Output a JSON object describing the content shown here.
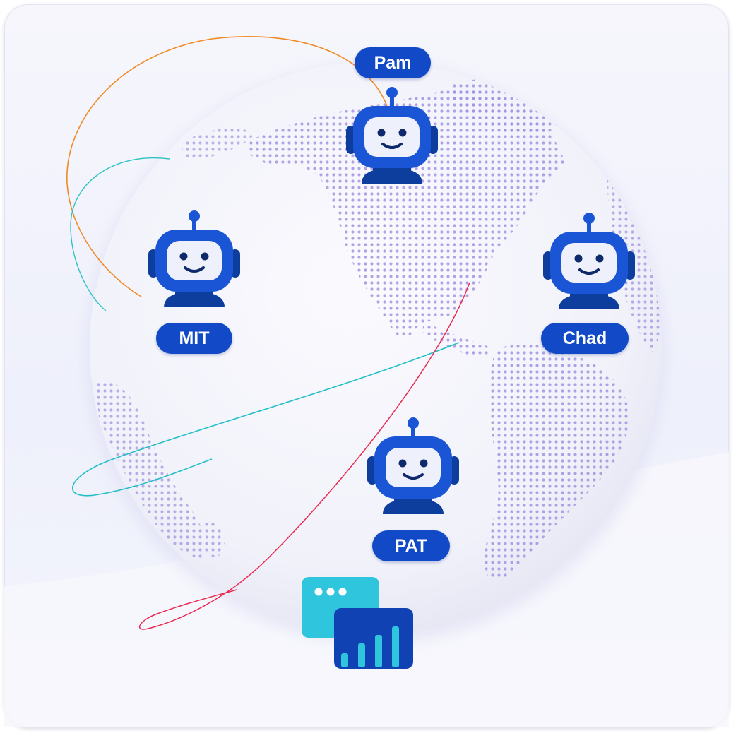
{
  "agents": [
    {
      "name": "Pam"
    },
    {
      "name": "MIT"
    },
    {
      "name": "Chad"
    },
    {
      "name": "PAT"
    }
  ],
  "icons": {
    "robot": "robot-icon",
    "dashboard": "dashboard-window-icon",
    "globe": "globe-icon"
  },
  "colors": {
    "brand_blue": "#1149c7",
    "robot_blue": "#1a55d6",
    "robot_dark": "#0d3e9e",
    "face": "#eef1fb",
    "dots": "#9f92e0",
    "window_cyan": "#2fc6dd",
    "orbit_orange": "#f07a1a",
    "orbit_teal": "#27c3c6",
    "orbit_red": "#ea2a4f"
  }
}
